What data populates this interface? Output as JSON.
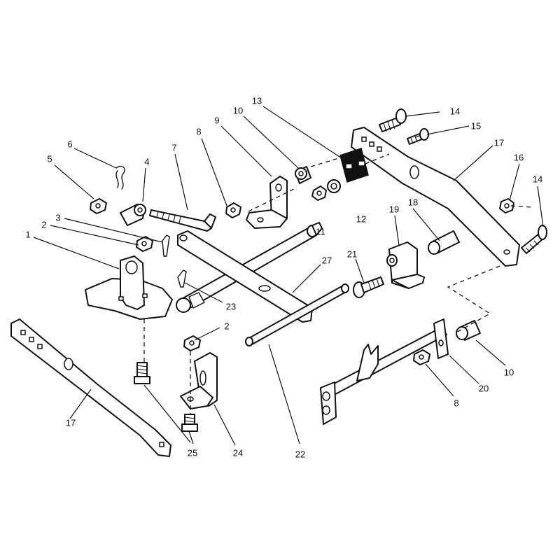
{
  "callouts": [
    {
      "label": "1"
    },
    {
      "label": "2"
    },
    {
      "label": "3"
    },
    {
      "label": "4"
    },
    {
      "label": "5"
    },
    {
      "label": "6"
    },
    {
      "label": "7"
    },
    {
      "label": "8"
    },
    {
      "label": "9"
    },
    {
      "label": "10"
    },
    {
      "label": "11"
    },
    {
      "label": "12"
    },
    {
      "label": "13"
    },
    {
      "label": "14"
    },
    {
      "label": "15"
    },
    {
      "label": "16"
    },
    {
      "label": "17"
    },
    {
      "label": "14"
    },
    {
      "label": "18"
    },
    {
      "label": "19"
    },
    {
      "label": "21"
    },
    {
      "label": "27"
    },
    {
      "label": "23"
    },
    {
      "label": "2"
    },
    {
      "label": "17"
    },
    {
      "label": "25"
    },
    {
      "label": "24"
    },
    {
      "label": "22"
    },
    {
      "label": "8"
    },
    {
      "label": "20"
    },
    {
      "label": "10"
    }
  ]
}
